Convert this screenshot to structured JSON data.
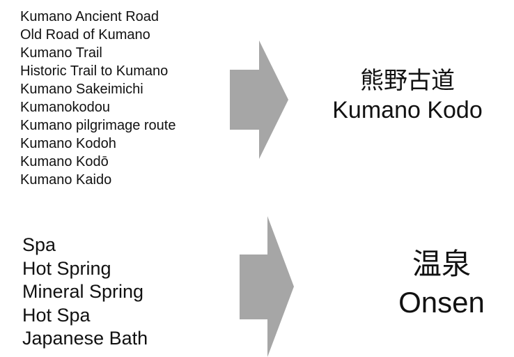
{
  "groups": [
    {
      "synonyms": [
        "Kumano Ancient Road",
        "Old Road of Kumano",
        "Kumano Trail",
        "Historic Trail to Kumano",
        "Kumano Sakeimichi",
        "Kumanokodou",
        "Kumano pilgrimage route",
        "Kumano Kodoh",
        "Kumano Kodō",
        "Kumano Kaido"
      ],
      "result_japanese": "熊野古道",
      "result_romaji": "Kumano Kodo"
    },
    {
      "synonyms": [
        "Spa",
        "Hot Spring",
        "Mineral Spring",
        "Hot Spa",
        "Japanese Bath"
      ],
      "result_japanese": "温泉",
      "result_romaji": "Onsen"
    }
  ],
  "colors": {
    "arrow": "#a6a6a6",
    "text": "#111111",
    "background": "#ffffff"
  }
}
